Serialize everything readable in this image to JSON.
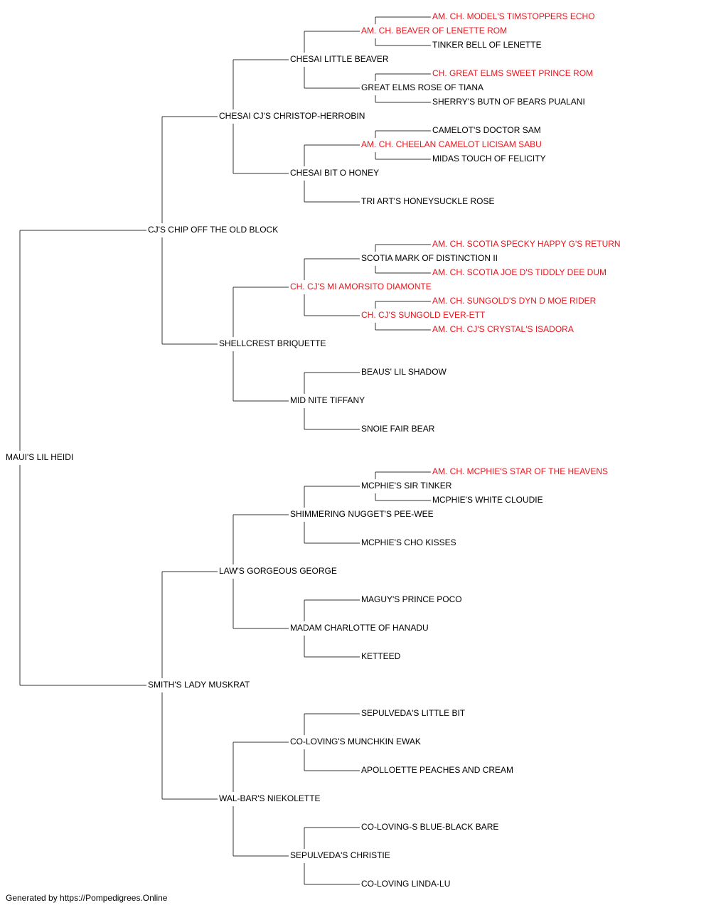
{
  "colors": {
    "champion": "#e8141b",
    "regular": "#000000",
    "line": "#333333"
  },
  "pedigree": {
    "name": "MAUI'S LIL HEIDI",
    "sire": {
      "name": "CJ'S CHIP OFF THE OLD BLOCK",
      "sire": {
        "name": "CHESAI CJ'S CHRISTOP-HERROBIN",
        "sire": {
          "name": "CHESAI LITTLE BEAVER",
          "sire": {
            "name": "AM. CH. BEAVER OF LENETTE ROM",
            "champion": true,
            "sire": {
              "name": "AM. CH. MODEL'S TIMSTOPPERS ECHO",
              "champion": true
            },
            "dam": {
              "name": "TINKER BELL OF LENETTE"
            }
          },
          "dam": {
            "name": "GREAT ELMS ROSE OF TIANA",
            "sire": {
              "name": "CH. GREAT ELMS SWEET PRINCE ROM",
              "champion": true
            },
            "dam": {
              "name": "SHERRY'S BUTN OF BEARS PUALANI"
            }
          }
        },
        "dam": {
          "name": "CHESAI BIT O HONEY",
          "sire": {
            "name": "AM. CH. CHEELAN CAMELOT LICISAM SABU",
            "champion": true,
            "sire": {
              "name": "CAMELOT'S DOCTOR SAM"
            },
            "dam": {
              "name": "MIDAS TOUCH OF FELICITY"
            }
          },
          "dam": {
            "name": "TRI ART'S HONEYSUCKLE ROSE"
          }
        }
      },
      "dam": {
        "name": "SHELLCREST BRIQUETTE",
        "sire": {
          "name": "CH. CJ'S MI AMORSITO DIAMONTE",
          "champion": true,
          "sire": {
            "name": "SCOTIA MARK OF DISTINCTION II",
            "sire": {
              "name": "AM. CH. SCOTIA SPECKY HAPPY G'S RETURN",
              "champion": true
            },
            "dam": {
              "name": "AM. CH. SCOTIA JOE D'S TIDDLY DEE DUM",
              "champion": true
            }
          },
          "dam": {
            "name": "CH. CJ'S SUNGOLD EVER-ETT",
            "champion": true,
            "sire": {
              "name": "AM. CH. SUNGOLD'S DYN D MOE RIDER",
              "champion": true
            },
            "dam": {
              "name": "AM. CH. CJ'S CRYSTAL'S ISADORA",
              "champion": true
            }
          }
        },
        "dam": {
          "name": "MID NITE TIFFANY",
          "sire": {
            "name": "BEAUS' LIL SHADOW"
          },
          "dam": {
            "name": "SNOIE FAIR BEAR"
          }
        }
      }
    },
    "dam": {
      "name": "SMITH'S LADY MUSKRAT",
      "sire": {
        "name": "LAW'S GORGEOUS GEORGE",
        "sire": {
          "name": "SHIMMERING NUGGET'S PEE-WEE",
          "sire": {
            "name": "MCPHIE'S SIR TINKER",
            "sire": {
              "name": "AM. CH. MCPHIE'S STAR OF THE HEAVENS",
              "champion": true
            },
            "dam": {
              "name": "MCPHIE'S WHITE CLOUDIE"
            }
          },
          "dam": {
            "name": "MCPHIE'S CHO KISSES"
          }
        },
        "dam": {
          "name": "MADAM CHARLOTTE OF HANADU",
          "sire": {
            "name": "MAGUY'S PRINCE POCO"
          },
          "dam": {
            "name": "KETTEED"
          }
        }
      },
      "dam": {
        "name": "WAL-BAR'S NIEKOLETTE",
        "sire": {
          "name": "CO-LOVING'S MUNCHKIN EWAK",
          "sire": {
            "name": "SEPULVEDA'S LITTLE BIT"
          },
          "dam": {
            "name": "APOLLOETTE PEACHES AND CREAM"
          }
        },
        "dam": {
          "name": "SEPULVEDA'S CHRISTIE",
          "sire": {
            "name": "CO-LOVING-S BLUE-BLACK BARE"
          },
          "dam": {
            "name": "CO-LOVING LINDA-LU"
          }
        }
      }
    }
  },
  "footer": {
    "text": "Generated by https://Pompedigrees.Online"
  }
}
